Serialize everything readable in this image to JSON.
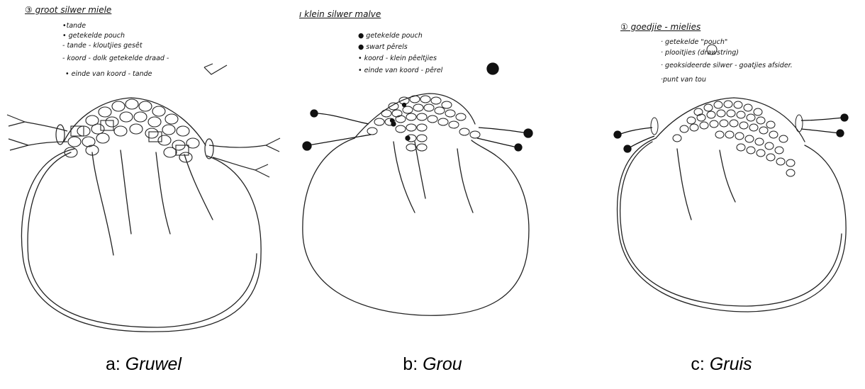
{
  "panels": [
    {
      "title": "③ groot silwer miele",
      "notes": [
        "•tande",
        "• getekelde pouch",
        "- tande - kloutjies gesêt",
        "- koord - dolk getekelde draad -",
        "• einde van koord - tande"
      ],
      "caption_prefix": "a: ",
      "caption_name": "Gruwel"
    },
    {
      "title": "ı klein silwer malve",
      "notes": [
        "● getekelde pouch",
        "● swart pêrels",
        "• koord - klein pêeltjies",
        "• einde van koord - pêrel"
      ],
      "caption_prefix": "b: ",
      "caption_name": "Grou"
    },
    {
      "title": "① goedjie - mielies",
      "notes": [
        "· getekelde \"pouch\"",
        "· plooitjies (drawstring)",
        "· geoksideerde silwer - goatjies afsider.",
        "·punt van tou"
      ],
      "caption_prefix": "c: ",
      "caption_name": "Gruis"
    }
  ]
}
